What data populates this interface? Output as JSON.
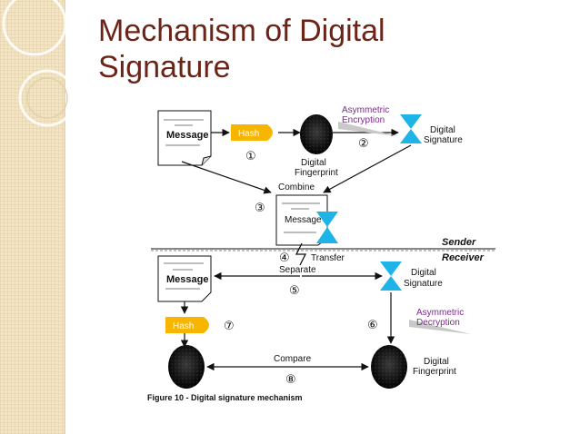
{
  "slide": {
    "title_line1": "Mechanism of Digital",
    "title_line2": "Signature"
  },
  "diagram": {
    "message_label": "Message",
    "hash_label": "Hash",
    "asymmetric_encryption_line1": "Asymmetric",
    "asymmetric_encryption_line2": "Encryption",
    "digital_signature_line1": "Digital",
    "digital_signature_line2": "Signature",
    "digital_fingerprint_line1": "Digital",
    "digital_fingerprint_line2": "Fingerprint",
    "combine_label": "Combine",
    "sender_label": "Sender",
    "receiver_label": "Receiver",
    "transfer_label": "Transfer",
    "separate_label": "Separate",
    "asymmetric_decryption_line1": "Asymmetric",
    "asymmetric_decryption_line2": "Decryption",
    "compare_label": "Compare",
    "step_1": "①",
    "step_2": "②",
    "step_3": "③",
    "step_4": "④",
    "step_5": "⑤",
    "step_6": "⑥",
    "step_7": "⑦",
    "step_8": "⑧",
    "caption": "Figure 10 - Digital signature mechanism"
  },
  "colors": {
    "title": "#6b2418",
    "hash_fill": "#f7b500",
    "signature_cyan": "#1fb4e8",
    "accent_purple": "#7a2a8a",
    "sidebar": "#f3e4c4"
  },
  "icons": [
    "document-icon",
    "hash-tag-icon",
    "fingerprint-blob-icon",
    "signature-hourglass-icon",
    "lightning-icon"
  ]
}
